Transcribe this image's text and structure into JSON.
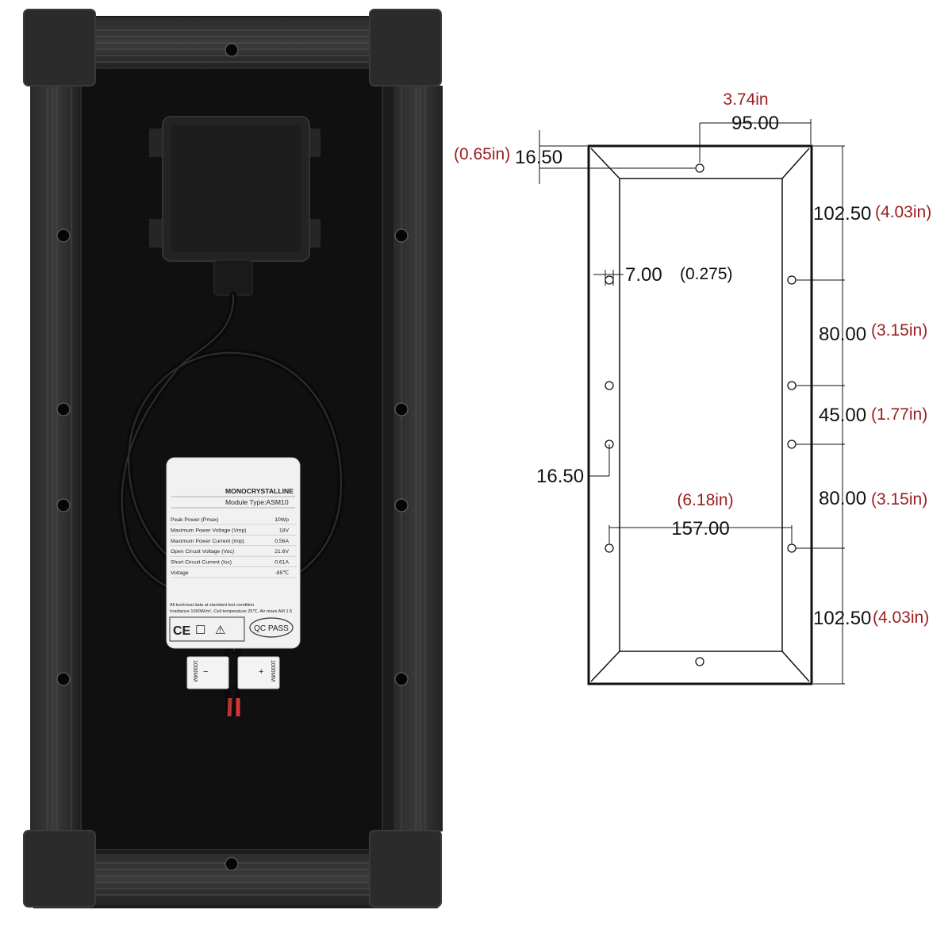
{
  "panel_label": {
    "brand_line": "MONOCRYSTALLINE",
    "module_type": "Module Type:ASM10",
    "specs": [
      {
        "name": "Peak Power (Pmax)",
        "value": "10Wp"
      },
      {
        "name": "Maximum Power Voltage (Vmp)",
        "value": "18V"
      },
      {
        "name": "Maximum Power Current (Imp)",
        "value": "0.56A"
      },
      {
        "name": "Open Circuit Voltage (Voc)",
        "value": "21.6V"
      },
      {
        "name": "Short Circuit Current (Isc)",
        "value": "0.61A"
      },
      {
        "name": "Voltage",
        "value": "-85℃"
      }
    ],
    "footnote_1": "All technical data at standard test condition",
    "footnote_2": "Irradiance 1000W/m², Cell temperature 25℃, Air mass AM 1.5",
    "marks": [
      "CE",
      "☐",
      "⚠"
    ],
    "qc_badge": "QC PASS"
  },
  "cable_tags": {
    "negative": {
      "sign": "−",
      "length": "1000MM"
    },
    "positive": {
      "sign": "+",
      "length": "1000MM"
    }
  },
  "drawing": {
    "top_width": {
      "mm": "95.00",
      "inch": "3.74in"
    },
    "top_offset": {
      "mm": "16.50",
      "inch": "(0.65in)"
    },
    "hole_dia": {
      "mm": "7.00",
      "inch": "(0.275)"
    },
    "side_offset": {
      "mm": "16.50"
    },
    "hole_span": {
      "mm": "157.00",
      "inch": "(6.18in)"
    },
    "right_dims": [
      {
        "mm": "102.50",
        "inch": "(4.03in)"
      },
      {
        "mm": "80.00",
        "inch": "(3.15in)"
      },
      {
        "mm": "45.00",
        "inch": "(1.77in)"
      },
      {
        "mm": "80.00",
        "inch": "(3.15in)"
      },
      {
        "mm": "102.50",
        "inch": "(4.03in)"
      }
    ]
  },
  "colors": {
    "frame": "#1c1c1c",
    "panel_back": "#101010",
    "label_bg": "#f1f1f1",
    "dim_red": "#9b1c1c"
  }
}
